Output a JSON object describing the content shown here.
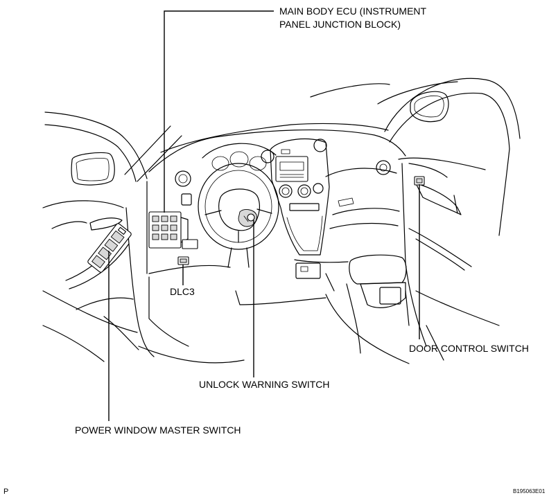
{
  "diagram": {
    "labels": {
      "main_body_ecu_line1": "MAIN BODY ECU (INSTRUMENT",
      "main_body_ecu_line2": "PANEL JUNCTION BLOCK)",
      "dlc3": "DLC3",
      "unlock_warning_switch": "UNLOCK WARNING SWITCH",
      "door_control_switch": "DOOR CONTROL SWITCH",
      "power_window_master_switch": "POWER WINDOW MASTER SWITCH"
    },
    "page_marker": "P",
    "figure_id": "B195063E01"
  },
  "colors": {
    "line": "#000000",
    "background": "#ffffff"
  }
}
